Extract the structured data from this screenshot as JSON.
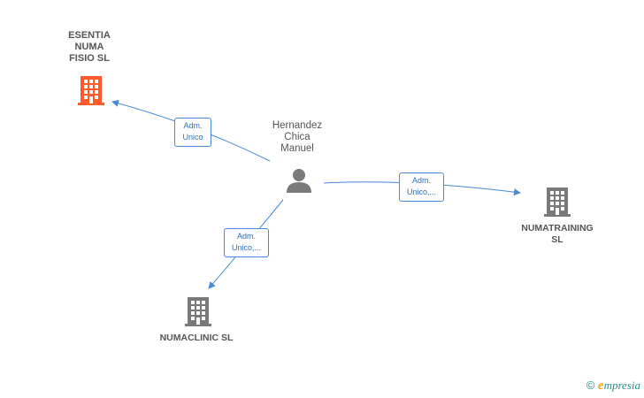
{
  "colors": {
    "edge": "#4a89d6",
    "highlight": "#ff5a2a",
    "building": "#7a7a7a",
    "person": "#7a7a7a"
  },
  "nodes": {
    "center": {
      "name_lines": [
        "Hernandez",
        "Chica",
        "Manuel"
      ],
      "icon": "person-icon"
    },
    "esentia": {
      "name_lines": [
        "ESENTIA",
        "NUMA",
        "FISIO SL"
      ],
      "icon": "building-icon"
    },
    "numatraining": {
      "name_lines": [
        "NUMATRAINING",
        "SL"
      ],
      "icon": "building-icon"
    },
    "numaclinic": {
      "name_lines": [
        "NUMACLINIC SL"
      ],
      "icon": "building-icon"
    }
  },
  "relations": {
    "esentia": [
      "Adm.",
      "Unico"
    ],
    "numatraining": [
      "Adm.",
      "Unico,..."
    ],
    "numaclinic": [
      "Adm.",
      "Unico,..."
    ]
  },
  "brand": {
    "copyright": "©",
    "name_first": "e",
    "name_rest": "mpresia"
  }
}
